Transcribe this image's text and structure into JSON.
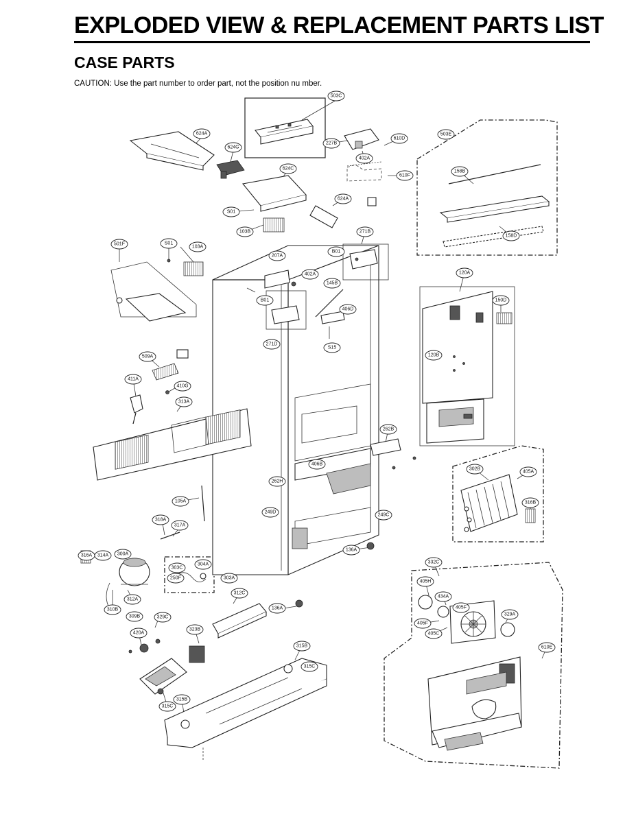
{
  "header": {
    "title": "EXPLODED VIEW & REPLACEMENT PARTS LIST",
    "section": "CASE PARTS",
    "caution": "CAUTION: Use the part number to order part, not the position nu  mber."
  },
  "callouts": [
    {
      "label": "503C"
    },
    {
      "label": "624A"
    },
    {
      "label": "624G"
    },
    {
      "label": "624C"
    },
    {
      "label": "227B"
    },
    {
      "label": "610D"
    },
    {
      "label": "402A"
    },
    {
      "label": "610F"
    },
    {
      "label": "503E"
    },
    {
      "label": "158B"
    },
    {
      "label": "158D"
    },
    {
      "label": "624A"
    },
    {
      "label": "S01"
    },
    {
      "label": "103B"
    },
    {
      "label": "271B"
    },
    {
      "label": "501F"
    },
    {
      "label": "S01"
    },
    {
      "label": "103A"
    },
    {
      "label": "207A"
    },
    {
      "label": "B01"
    },
    {
      "label": "402A"
    },
    {
      "label": "145B"
    },
    {
      "label": "406D"
    },
    {
      "label": "B01"
    },
    {
      "label": "271D"
    },
    {
      "label": "S15"
    },
    {
      "label": "120A"
    },
    {
      "label": "150D"
    },
    {
      "label": "120B"
    },
    {
      "label": "509A"
    },
    {
      "label": "411A"
    },
    {
      "label": "410G"
    },
    {
      "label": "313A"
    },
    {
      "label": "262B"
    },
    {
      "label": "406B"
    },
    {
      "label": "302B"
    },
    {
      "label": "405A"
    },
    {
      "label": "262H"
    },
    {
      "label": "316B"
    },
    {
      "label": "105A"
    },
    {
      "label": "249D"
    },
    {
      "label": "249C"
    },
    {
      "label": "318A"
    },
    {
      "label": "317A"
    },
    {
      "label": "136A"
    },
    {
      "label": "316A"
    },
    {
      "label": "314A"
    },
    {
      "label": "300A"
    },
    {
      "label": "303C"
    },
    {
      "label": "304A"
    },
    {
      "label": "250F"
    },
    {
      "label": "303A"
    },
    {
      "label": "332C"
    },
    {
      "label": "405H"
    },
    {
      "label": "312A"
    },
    {
      "label": "312C"
    },
    {
      "label": "434A"
    },
    {
      "label": "310B"
    },
    {
      "label": "309B"
    },
    {
      "label": "329C"
    },
    {
      "label": "323B"
    },
    {
      "label": "136A"
    },
    {
      "label": "405F"
    },
    {
      "label": "329A"
    },
    {
      "label": "405F"
    },
    {
      "label": "405C"
    },
    {
      "label": "420A"
    },
    {
      "label": "610E"
    },
    {
      "label": "315B"
    },
    {
      "label": "315C"
    },
    {
      "label": "315B"
    },
    {
      "label": "315C"
    }
  ]
}
